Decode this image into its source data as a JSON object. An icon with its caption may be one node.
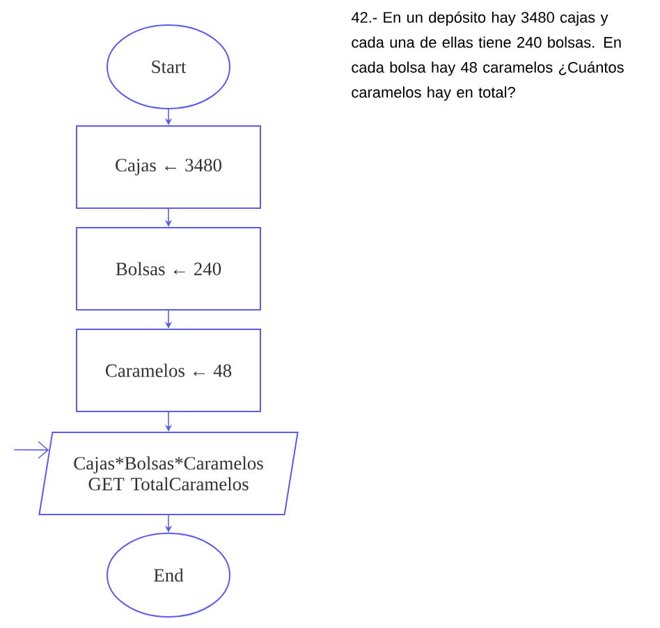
{
  "diagram": {
    "nodes": [
      {
        "text": [
          "Start"
        ]
      },
      {
        "text": [
          "Cajas ← 3480"
        ]
      },
      {
        "text": [
          "Bolsas ← 240"
        ]
      },
      {
        "text": [
          "Caramelos ← 48"
        ]
      },
      {
        "text": [
          "Cajas*Bolsas*Caramelos GET TotalCaramelos"
        ]
      },
      {
        "text": [
          "End"
        ]
      }
    ],
    "edges": [
      {
        "from": 0,
        "to": 1,
        "arrow": "to"
      },
      {
        "from": 1,
        "to": 2,
        "arrow": "to"
      },
      {
        "from": 2,
        "to": 3,
        "arrow": "to"
      },
      {
        "from": 3,
        "to": 4,
        "arrow": "to"
      },
      {
        "from": 4,
        "to": 5,
        "arrow": "to"
      },
      {
        "from": null,
        "to": 4,
        "arrow": "to"
      }
    ],
    "labels": [
      "42.- En un depósito hay 3480 cajas y cada una de ellas tiene 240 bolsas. En cada bolsa hay 48 caramelos ¿Cuántos caramelos hay en total?"
    ]
  }
}
